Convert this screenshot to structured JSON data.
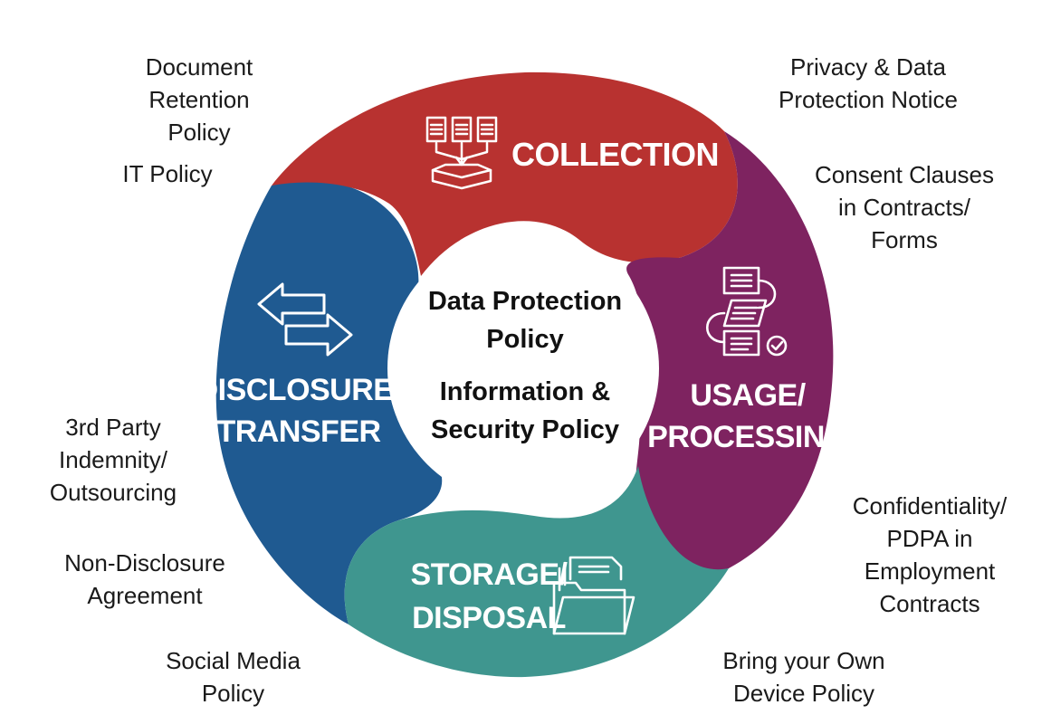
{
  "colors": {
    "collection": "#B83230",
    "usage": "#7E2360",
    "storage": "#3F968F",
    "disclosure": "#1F5A91",
    "text": "#1a1a1a"
  },
  "center": {
    "line1": "Data Protection",
    "line2": "Policy",
    "line3": "Information &",
    "line4": "Security Policy"
  },
  "segments": {
    "collection": {
      "title": "COLLECTION",
      "icon": "documents-to-inbox-icon"
    },
    "usage": {
      "title_line1": "USAGE/",
      "title_line2": "PROCESSING",
      "icon": "document-flow-check-icon"
    },
    "storage": {
      "title_line1": "STORAGE/",
      "title_line2": "DISPOSAL",
      "icon": "folder-documents-icon"
    },
    "disclosure": {
      "title_line1": "DISCLOSURE/",
      "title_line2": "TRANSFER",
      "icon": "transfer-arrows-icon"
    }
  },
  "labels": {
    "doc_retention": [
      "Document",
      "Retention",
      "Policy"
    ],
    "it_policy": [
      "IT Policy"
    ],
    "privacy_notice": [
      "Privacy & Data",
      "Protection Notice"
    ],
    "consent": [
      "Consent Clauses",
      "in Contracts/",
      "Forms"
    ],
    "third_party": [
      "3rd Party",
      "Indemnity/",
      "Outsourcing"
    ],
    "nda": [
      "Non-Disclosure",
      "Agreement"
    ],
    "social_media": [
      "Social Media",
      "Policy"
    ],
    "confidentiality": [
      "Confidentiality/",
      "PDPA in",
      "Employment",
      "Contracts"
    ],
    "byod": [
      "Bring your Own",
      "Device Policy"
    ]
  }
}
